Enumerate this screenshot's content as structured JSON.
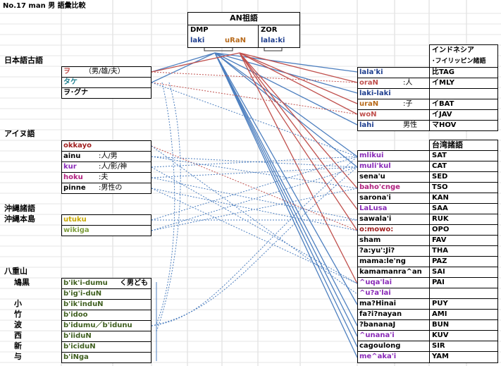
{
  "page_title": "No.17 man 男 語彙比較",
  "colors": {
    "blue": "#4d7fbf",
    "red": "#c0504d",
    "navy": "#1f3f8f",
    "teal": "#1f7f8f",
    "orange": "#b86a1a",
    "darkred": "#a02020",
    "purple": "#8a2ab8",
    "magenta": "#b0207f",
    "yellow": "#c8a800",
    "olive": "#7f9f3f",
    "green": "#3f5f1f"
  },
  "an": {
    "title": "AN祖語",
    "dmp": "DMP",
    "zor": "ZOR",
    "laki": "laki",
    "urán": "uRaN",
    "lalaki": "lala:ki"
  },
  "japanese": {
    "title": "日本語古語",
    "items": [
      {
        "word": "ヲ",
        "gloss": "（男/雄/夫）",
        "color": "#c0504d"
      },
      {
        "word": "タケ",
        "gloss": "",
        "color": "#1f7f8f"
      },
      {
        "word": "ヲ･グナ",
        "gloss": "",
        "color": "#000000"
      }
    ]
  },
  "ainu": {
    "title": "アイヌ語",
    "items": [
      {
        "word": "okkayo",
        "gloss": "",
        "color": "#a02020"
      },
      {
        "word": "ainu",
        "gloss": ":人/男",
        "color": "#000000"
      },
      {
        "word": "kur",
        "gloss": ":人/影/神",
        "color": "#8a2ab8"
      },
      {
        "word": "hoku",
        "gloss": ":夫",
        "color": "#b0207f"
      },
      {
        "word": "pinne",
        "gloss": ":男性の",
        "color": "#000000"
      }
    ]
  },
  "okinawa": {
    "title": "沖縄諸語",
    "sub": "沖縄本島",
    "items": [
      {
        "word": "utuku",
        "color": "#c8a800"
      },
      {
        "word": "wikiga",
        "color": "#7f9f3f"
      }
    ]
  },
  "yaeyama": {
    "title": "八重山",
    "items": [
      {
        "place": "鳩黒",
        "word": "b'ik'i-dumu",
        "note": "く男ども"
      },
      {
        "place": "",
        "word": "b'ig'i-duN",
        "note": ""
      },
      {
        "place": "小",
        "word": "b'ik'induN",
        "note": ""
      },
      {
        "place": "竹",
        "word": "b'idoo",
        "note": ""
      },
      {
        "place": "波",
        "word": "b'idumu／b'idunu",
        "note": ""
      },
      {
        "place": "西",
        "word": "b'iiduN",
        "note": ""
      },
      {
        "place": "新",
        "word": "b'iciduN",
        "note": ""
      },
      {
        "place": "与",
        "word": "b'iNga",
        "note": ""
      }
    ]
  },
  "indonesia": {
    "title1": "インドネシア",
    "title2": "･フイリッピン諸語",
    "items": [
      {
        "word": "lala'ki",
        "code": "比TAG",
        "color": "#1f3f8f"
      },
      {
        "word": "oraN",
        "note": ":人",
        "code": "イMLY",
        "color": "#c0504d"
      },
      {
        "word": "laki-laki",
        "code": "",
        "color": "#1f3f8f"
      },
      {
        "word": "uraN",
        "note": ":子",
        "code": "イBAT",
        "color": "#b86a1a"
      },
      {
        "word": "woN",
        "code": "イJAV",
        "color": "#c0504d"
      },
      {
        "word": "lahi",
        "note": "男性",
        "code": "マHOV",
        "color": "#1f3f8f"
      }
    ]
  },
  "taiwan": {
    "title": "台湾諸語",
    "items": [
      {
        "word": "mlikui",
        "code": "SAT",
        "color": "#8a2ab8"
      },
      {
        "word": "muli'kul",
        "code": "CAT",
        "color": "#8a2ab8"
      },
      {
        "word": "sena'u",
        "code": "SED",
        "color": "#000000"
      },
      {
        "word": "baho'cnge",
        "code": "TSO",
        "color": "#b0207f"
      },
      {
        "word": "sarona'i",
        "code": "KAN",
        "color": "#000000"
      },
      {
        "word": "LaLusa",
        "code": "SAA",
        "color": "#8a2ab8"
      },
      {
        "word": "sawala'i",
        "code": "RUK",
        "color": "#000000"
      },
      {
        "word": "o:mowo:",
        "code": "OPO",
        "color": "#a02020"
      },
      {
        "word": "sham",
        "code": "FAV",
        "color": "#000000"
      },
      {
        "word": "?a:yu':Ji?",
        "code": "THA",
        "color": "#000000"
      },
      {
        "word": "mama:le'ng",
        "code": "PAZ",
        "color": "#000000"
      },
      {
        "word": "kamamanra^an",
        "code": "SAI",
        "color": "#000000"
      },
      {
        "word": "^uqa'lai",
        "code": "PAI",
        "color": "#8a2ab8"
      },
      {
        "word": "^u?a'lai",
        "code": "",
        "color": "#8a2ab8"
      },
      {
        "word": "ma?Hinai",
        "code": "PUY",
        "color": "#000000"
      },
      {
        "word": "fa?i?nayan",
        "code": "AMI",
        "color": "#000000"
      },
      {
        "word": "?bananaJ",
        "code": "BUN",
        "color": "#000000"
      },
      {
        "word": "^unana'i",
        "code": "KUV",
        "color": "#8a2ab8"
      },
      {
        "word": "cagoulong",
        "code": "SIR",
        "color": "#000000"
      },
      {
        "word": "me^aka'i",
        "code": "YAM",
        "color": "#8a2ab8"
      }
    ]
  }
}
